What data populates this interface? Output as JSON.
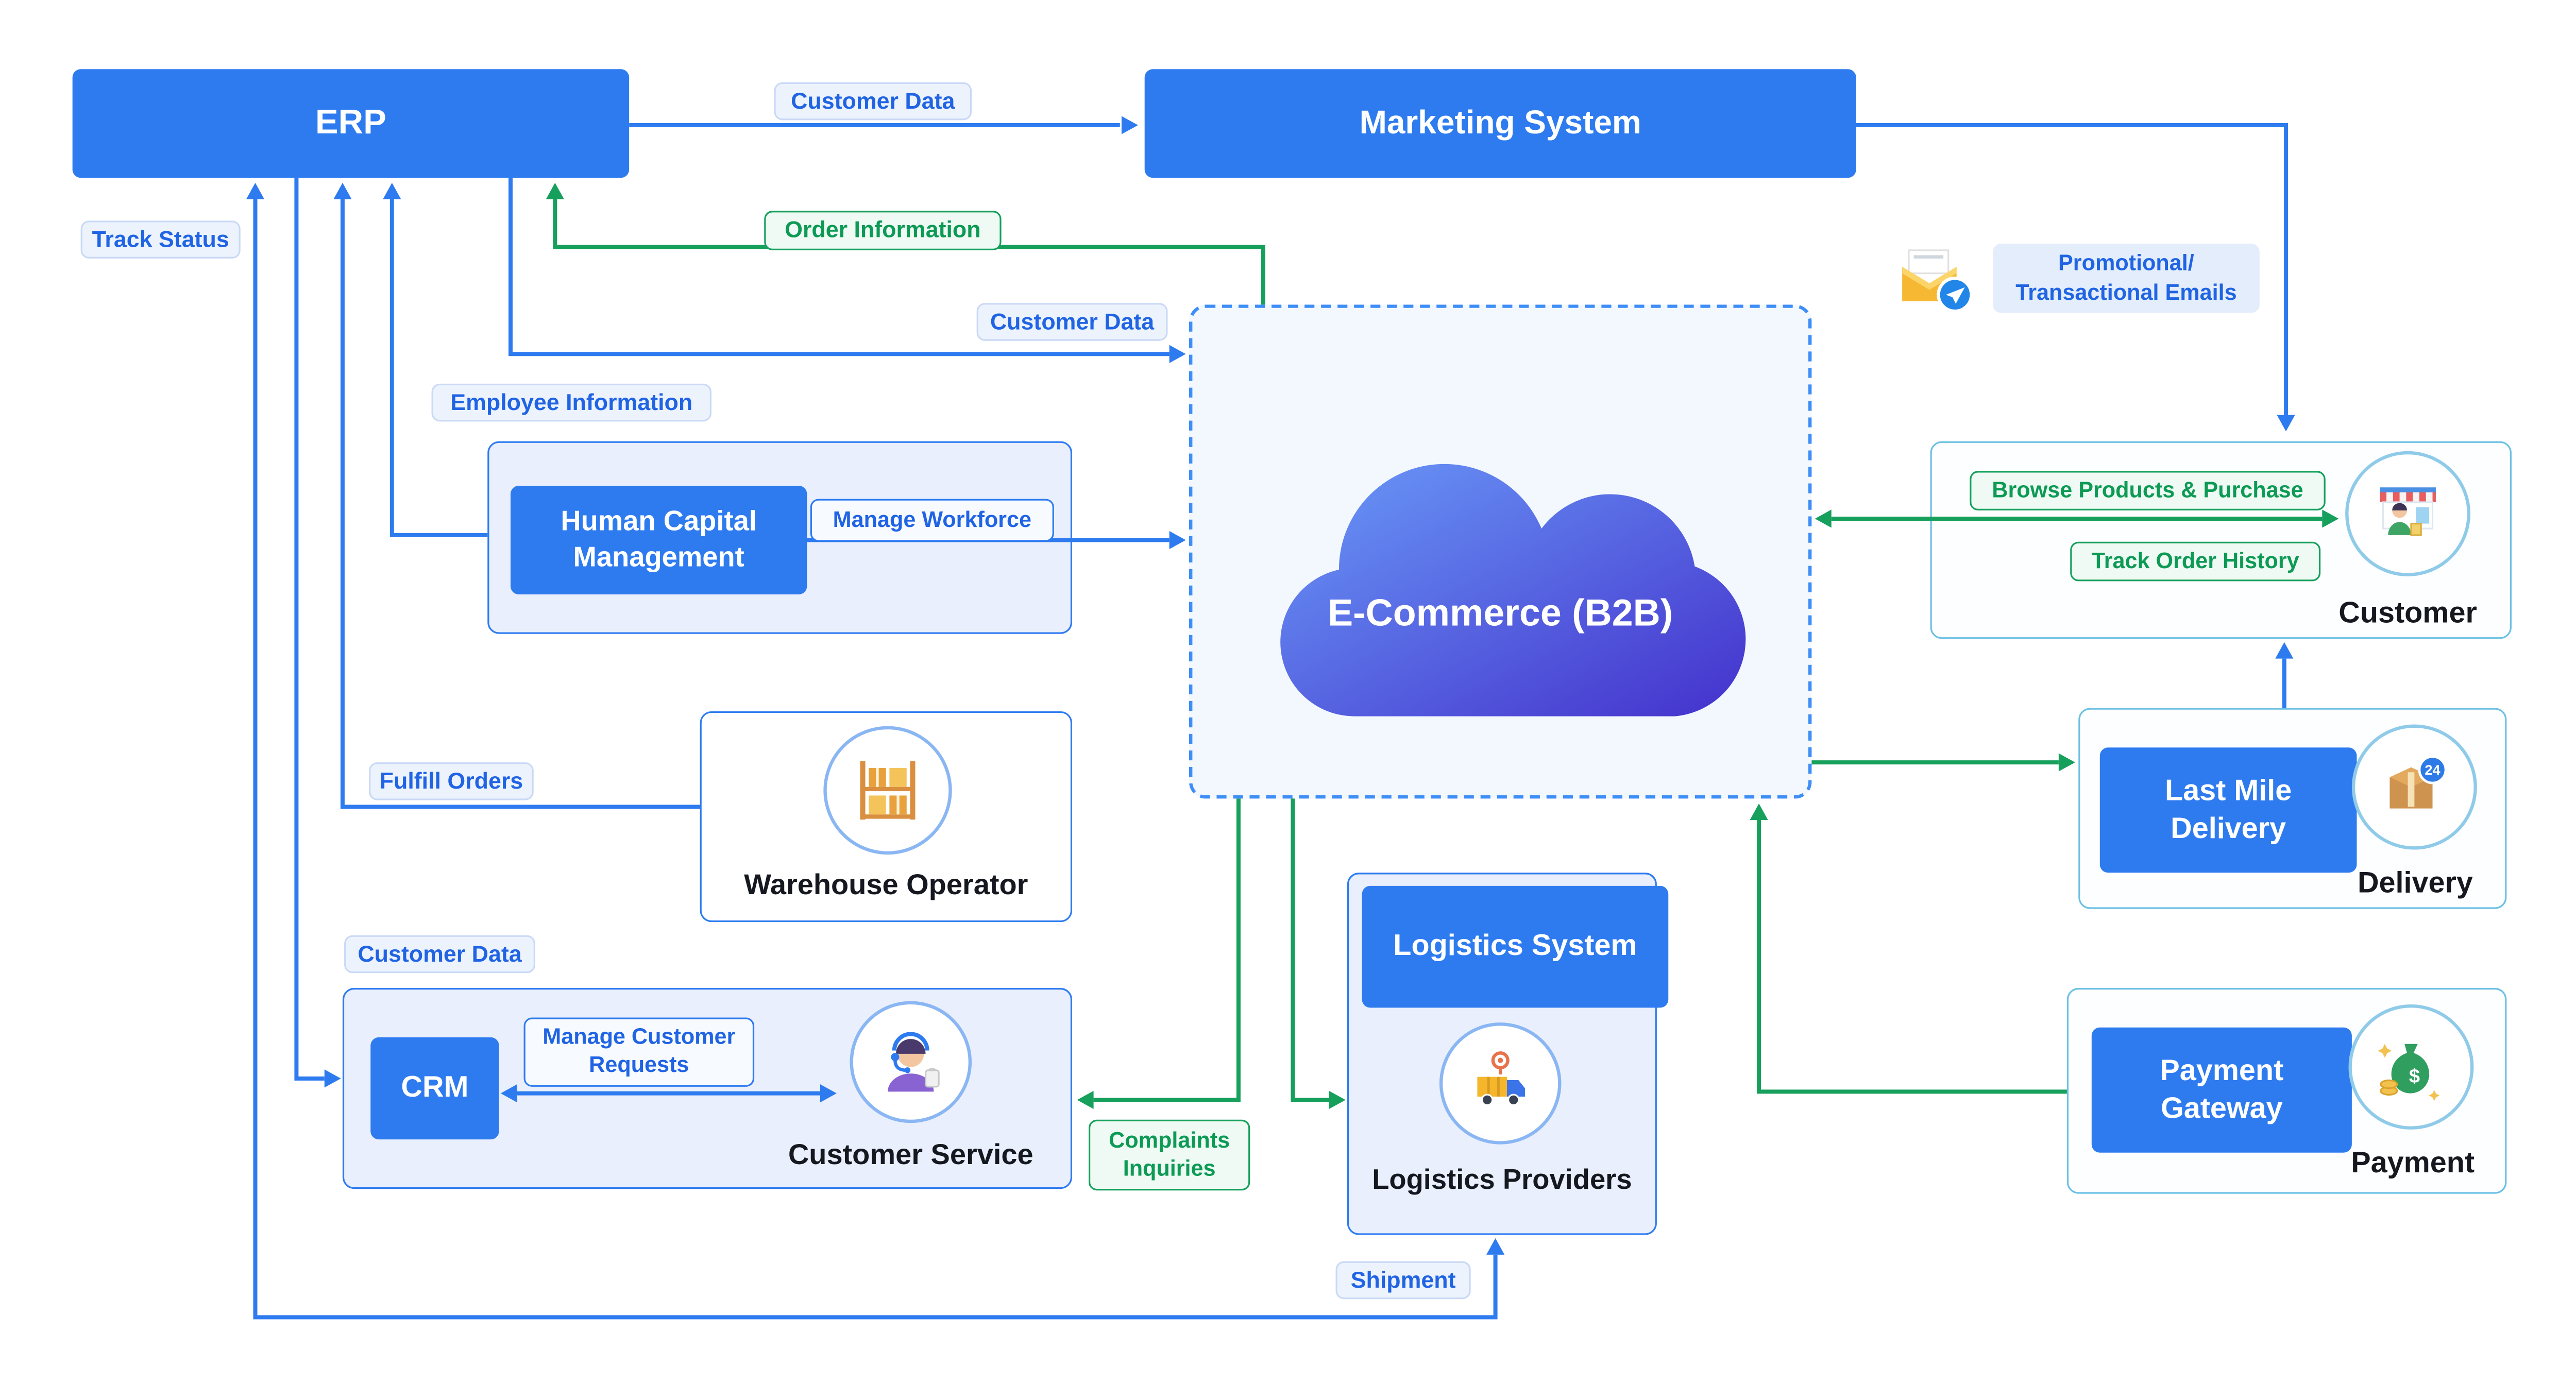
{
  "colors": {
    "arrow_blue": "#2e7bf0",
    "arrow_green": "#16a05c",
    "node_blue": "#2e7bf0",
    "cloud_gradient_start": "#6a9bf8",
    "cloud_gradient_end": "#4431cc"
  },
  "nodes": {
    "erp": "ERP",
    "marketing": "Marketing System",
    "ecommerce": "E-Commerce (B2B)",
    "hcm": "Human Capital Management",
    "warehouse": "Warehouse Operator",
    "crm": "CRM",
    "customer_service": "Customer Service",
    "logistics_system": "Logistics System",
    "logistics_providers": "Logistics Providers",
    "customer": "Customer",
    "last_mile_delivery": "Last Mile Delivery",
    "delivery": "Delivery",
    "payment_gateway": "Payment Gateway",
    "payment": "Payment"
  },
  "labels": {
    "customer_data_marketing": "Customer Data",
    "promo_emails": "Promotional/\nTransactional Emails",
    "order_information": "Order Information",
    "customer_data_ecommerce": "Customer Data",
    "track_status": "Track Status",
    "employee_information": "Employee Information",
    "manage_workforce": "Manage Workforce",
    "fulfill_orders": "Fulfill Orders",
    "customer_data_crm": "Customer Data",
    "manage_customer_requests": "Manage Customer\nRequests",
    "complaints_inquiries": "Complaints\nInquiries",
    "shipment": "Shipment",
    "browse_products": "Browse Products & Purchase",
    "track_order_history": "Track Order History"
  },
  "icons": {
    "email": "envelope-send",
    "warehouse": "shelf-with-boxes",
    "customer_service": "support-agent",
    "logistics": "delivery-truck",
    "customer": "storefront-shopper",
    "delivery": "package-24h",
    "payment": "money-bag",
    "cloud": "cloud",
    "delivery_badge": "24",
    "payment_symbol": "$"
  }
}
